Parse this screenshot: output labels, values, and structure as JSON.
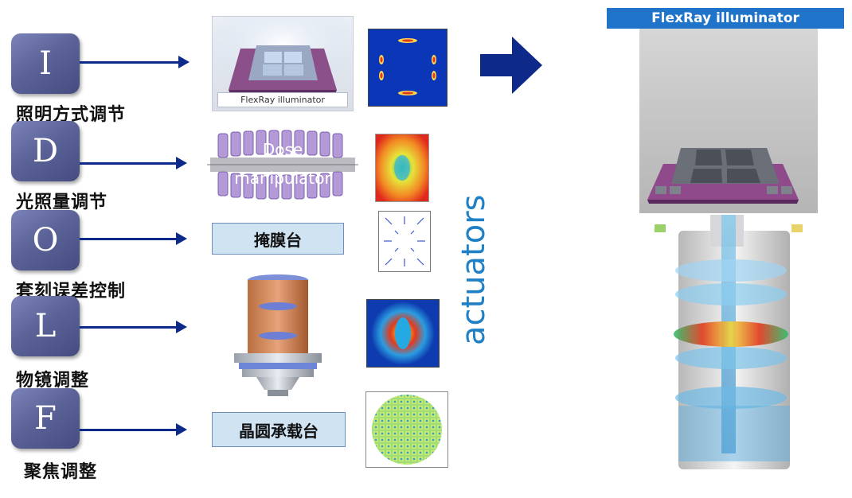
{
  "rows": [
    {
      "letter": "I",
      "label": "照明方式调节"
    },
    {
      "letter": "D",
      "label": "光照量调节"
    },
    {
      "letter": "O",
      "label": "套刻误差控制"
    },
    {
      "letter": "L",
      "label": "物镜调整"
    },
    {
      "letter": "F",
      "label": "聚焦调整"
    }
  ],
  "components": {
    "illuminator_caption": "FlexRay illuminator",
    "dose_line1": "Dose",
    "dose_line2": "manipulator",
    "mask_stage": "掩膜台",
    "wafer_stage": "晶圆承载台"
  },
  "side_label": "actuators",
  "right_panel": {
    "title": "FlexRay illuminator"
  },
  "colors": {
    "badge": "#5b6398",
    "arrow": "#0d2a8a",
    "accent": "#1f80c6",
    "stage_fill": "#cfe3f3"
  }
}
